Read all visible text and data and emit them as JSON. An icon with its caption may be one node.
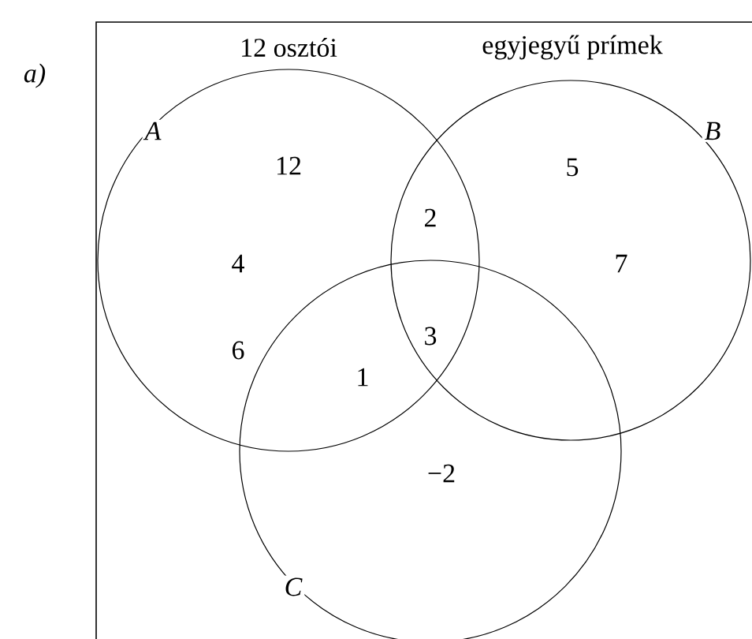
{
  "diagram": {
    "nodes": [
      {
        "text": [
          "12 osztói",
          "A"
        ]
      },
      {
        "text": [
          "egyjegyű prímek",
          "B"
        ]
      },
      {
        "text": [
          "C"
        ]
      }
    ],
    "labels": [
      "a)",
      "12",
      "5",
      "2",
      "4",
      "7",
      "6",
      "3",
      "1",
      "−2"
    ]
  }
}
